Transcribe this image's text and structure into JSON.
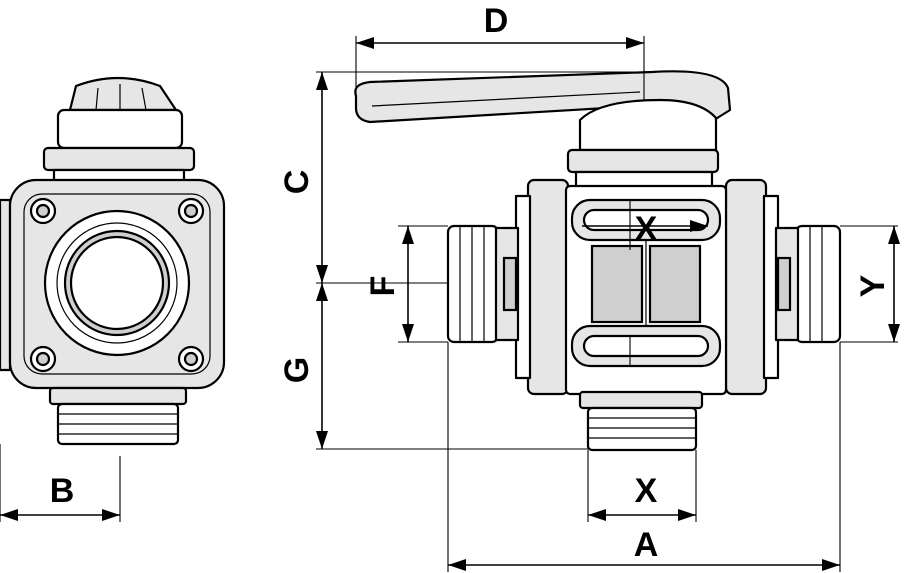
{
  "labels": {
    "A": "A",
    "B": "B",
    "C": "C",
    "D": "D",
    "F": "F",
    "G": "G",
    "X": "X",
    "Y": "Y"
  },
  "colors": {
    "line": "#000000",
    "fill_light": "#e6e6e6",
    "fill_dark": "#cfcfcf",
    "background": "#ffffff"
  }
}
